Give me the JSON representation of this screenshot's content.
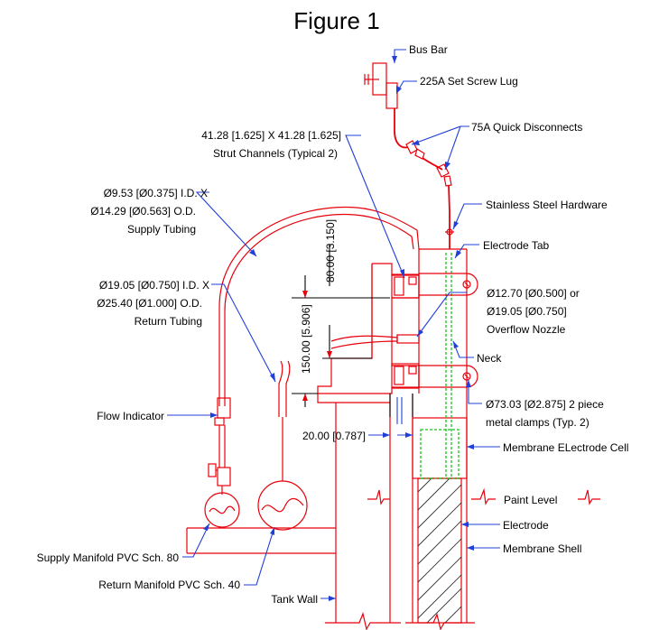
{
  "title": "Figure 1",
  "labels": {
    "bus_bar": "Bus Bar",
    "set_screw_lug": "225A Set Screw Lug",
    "quick_disconnects": "75A Quick Disconnects",
    "strut_line1": "41.28 [1.625] X 41.28 [1.625]",
    "strut_line2": "Strut Channels (Typical 2)",
    "stainless_hardware": "Stainless Steel Hardware",
    "supply_tubing_line1": "Ø9.53 [Ø0.375] I.D. X",
    "supply_tubing_line2": "Ø14.29 [Ø0.563] O.D.",
    "supply_tubing_line3": "Supply Tubing",
    "electrode_tab": "Electrode Tab",
    "return_tubing_line1": "Ø19.05 [Ø0.750] I.D. X",
    "return_tubing_line2": "Ø25.40 [Ø1.000] O.D.",
    "return_tubing_line3": "Return Tubing",
    "overflow_line1": "Ø12.70 [Ø0.500] or",
    "overflow_line2": "Ø19.05 [Ø0.750]",
    "overflow_line3": "Overflow Nozzle",
    "neck": "Neck",
    "clamps_line1": "Ø73.03 [Ø2.875] 2 piece",
    "clamps_line2": "metal clamps (Typ. 2)",
    "flow_indicator": "Flow Indicator",
    "membrane_cell": "Membrane ELectrode Cell",
    "paint_level": "Paint Level",
    "electrode": "Electrode",
    "membrane_shell": "Membrane Shell",
    "supply_manifold": "Supply Manifold PVC Sch. 80",
    "return_manifold": "Return Manifold PVC Sch. 40",
    "tank_wall": "Tank Wall"
  },
  "dimensions": {
    "dim_80": "80.00 [3.150]",
    "dim_150": "150.00 [5.906]",
    "dim_20": "20.00 [0.787]"
  },
  "colors": {
    "drawing": "#e8000b",
    "leaders": "#1f3fd8",
    "electrode_centerline": "#17c417",
    "text": "#000000"
  }
}
